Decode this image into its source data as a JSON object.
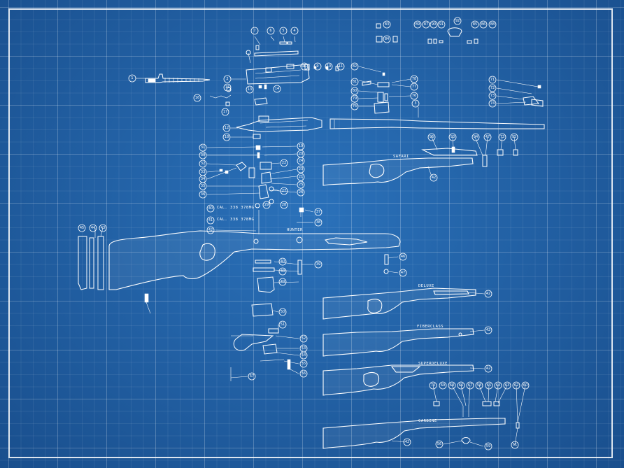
{
  "colors": {
    "background": "#2163a8",
    "grid": "#ffffff",
    "lines": "#ffffff"
  },
  "stock_names": {
    "safari": "SAFARI",
    "hunter": "HUNTER",
    "deluxe": "DELUXE",
    "fiberclass": "FIBERCLASS",
    "superdeluxe": "SUPERDELUXE",
    "carbine": "CARBINE"
  },
  "caliber_labels": {
    "c40": "CAL. 338 378MG",
    "c41": "CAL. 338 378MG"
  },
  "part_numbers": {
    "p1": "1",
    "p2": "2",
    "p3": "3",
    "p4": "4",
    "p5": "5",
    "p6": "6",
    "p7": "7",
    "p8": "8",
    "p9": "9",
    "p10": "10",
    "p11": "11",
    "p12": "12",
    "p13": "13",
    "p14": "14",
    "p15": "15",
    "p16": "16",
    "p17": "17",
    "p18": "18",
    "p19": "19",
    "p20": "20",
    "p21": "21",
    "p22": "22",
    "p23": "23",
    "p24": "24",
    "p25": "25",
    "p26": "26",
    "p27": "27",
    "p28": "28",
    "p29": "29",
    "p30": "30",
    "p31": "31",
    "p32": "32",
    "p33": "33",
    "p34": "34",
    "p35": "35",
    "p36": "36",
    "p37": "37",
    "p38": "38",
    "p39": "39",
    "p40": "40",
    "p41": "41",
    "p42": "42",
    "p43": "43",
    "p44": "44",
    "p45": "45",
    "p46": "46",
    "p47": "47",
    "p48": "48",
    "p49": "49",
    "p50": "50",
    "p51": "51",
    "p52": "52",
    "p53": "53",
    "p54": "54",
    "p55": "55",
    "p56": "56",
    "p57": "57",
    "p58": "58",
    "p59": "59",
    "p60": "60",
    "p61": "61",
    "p62": "62",
    "p63": "63",
    "p64": "64",
    "p65": "65",
    "p66": "66",
    "p67": "67",
    "p68": "68",
    "p69": "69",
    "p70": "70",
    "p71": "71",
    "p72": "72",
    "p73": "73",
    "p74": "74",
    "p75": "75",
    "p76": "76",
    "p77": "77",
    "p78": "78",
    "p79": "79",
    "p80": "80",
    "p81": "81",
    "p82": "82",
    "p83": "83",
    "p84": "84",
    "p85": "85",
    "p86": "86",
    "p87": "87",
    "p88": "88",
    "p89": "89",
    "p90": "90",
    "p91": "91",
    "p92": "92",
    "p93": "93",
    "p94": "94",
    "p95": "95",
    "p96": "96"
  }
}
